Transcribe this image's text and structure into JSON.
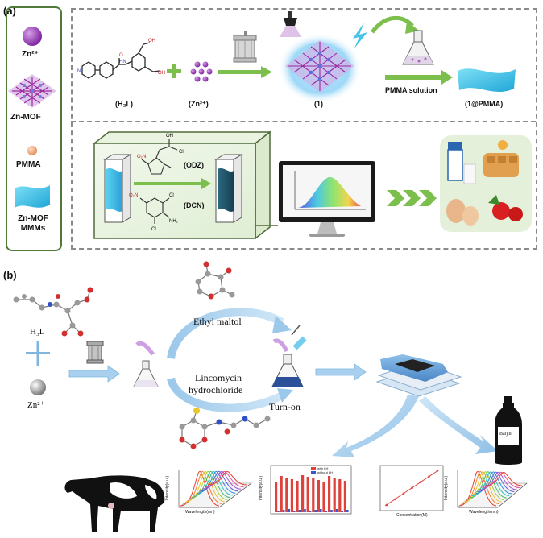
{
  "panel_a": {
    "tag": "(a)",
    "legend": [
      {
        "label": "Zn²⁺"
      },
      {
        "label": "Zn-MOF"
      },
      {
        "label": "PMMA"
      },
      {
        "label": "Zn-MOF MMMs"
      }
    ],
    "row1": {
      "ligand": "(H₂L)",
      "zn": "(Zn²⁺)",
      "mof": "(1)",
      "step": "PMMA solution",
      "product": "(1@PMMA)"
    },
    "row2": {
      "analyte1": "(ODZ)",
      "analyte2": "(DCN)",
      "atom_oh": "OH",
      "atom_cl": "Cl",
      "atom_n": "N",
      "atom_o2n": "O₂N",
      "atom_nh2": "NH₂",
      "arrows": "❯❯❯"
    }
  },
  "panel_b": {
    "tag": "(b)",
    "ligand": "H₃L",
    "plus": "+",
    "zn": "Zn²⁺",
    "analyte1": "Ethyl maltol",
    "analyte2a": "Lincomycin",
    "analyte2b": "hydrochloride",
    "turn_on": "Turn-on",
    "bottle": "Baijiu",
    "axis_wavelength": "Wavelength(nm)",
    "axis_intensity": "Intensity(a.u.)",
    "axis_concentration": "Concentration(M)",
    "bar_legend": [
      "with LH",
      "without LH"
    ],
    "bar_ylabel": "Intensity(a.u.)"
  },
  "colors": {
    "panel_border": "#888888",
    "legend_border": "#4f7a3a",
    "arrow_green": "#7dbf4d",
    "arrow_blue": "#7fb6dd",
    "zn_purple": "#8a2fa8",
    "film_cyan": "#48c3e8",
    "bar_red": "#e0413b",
    "bar_blue": "#3b57c8"
  }
}
